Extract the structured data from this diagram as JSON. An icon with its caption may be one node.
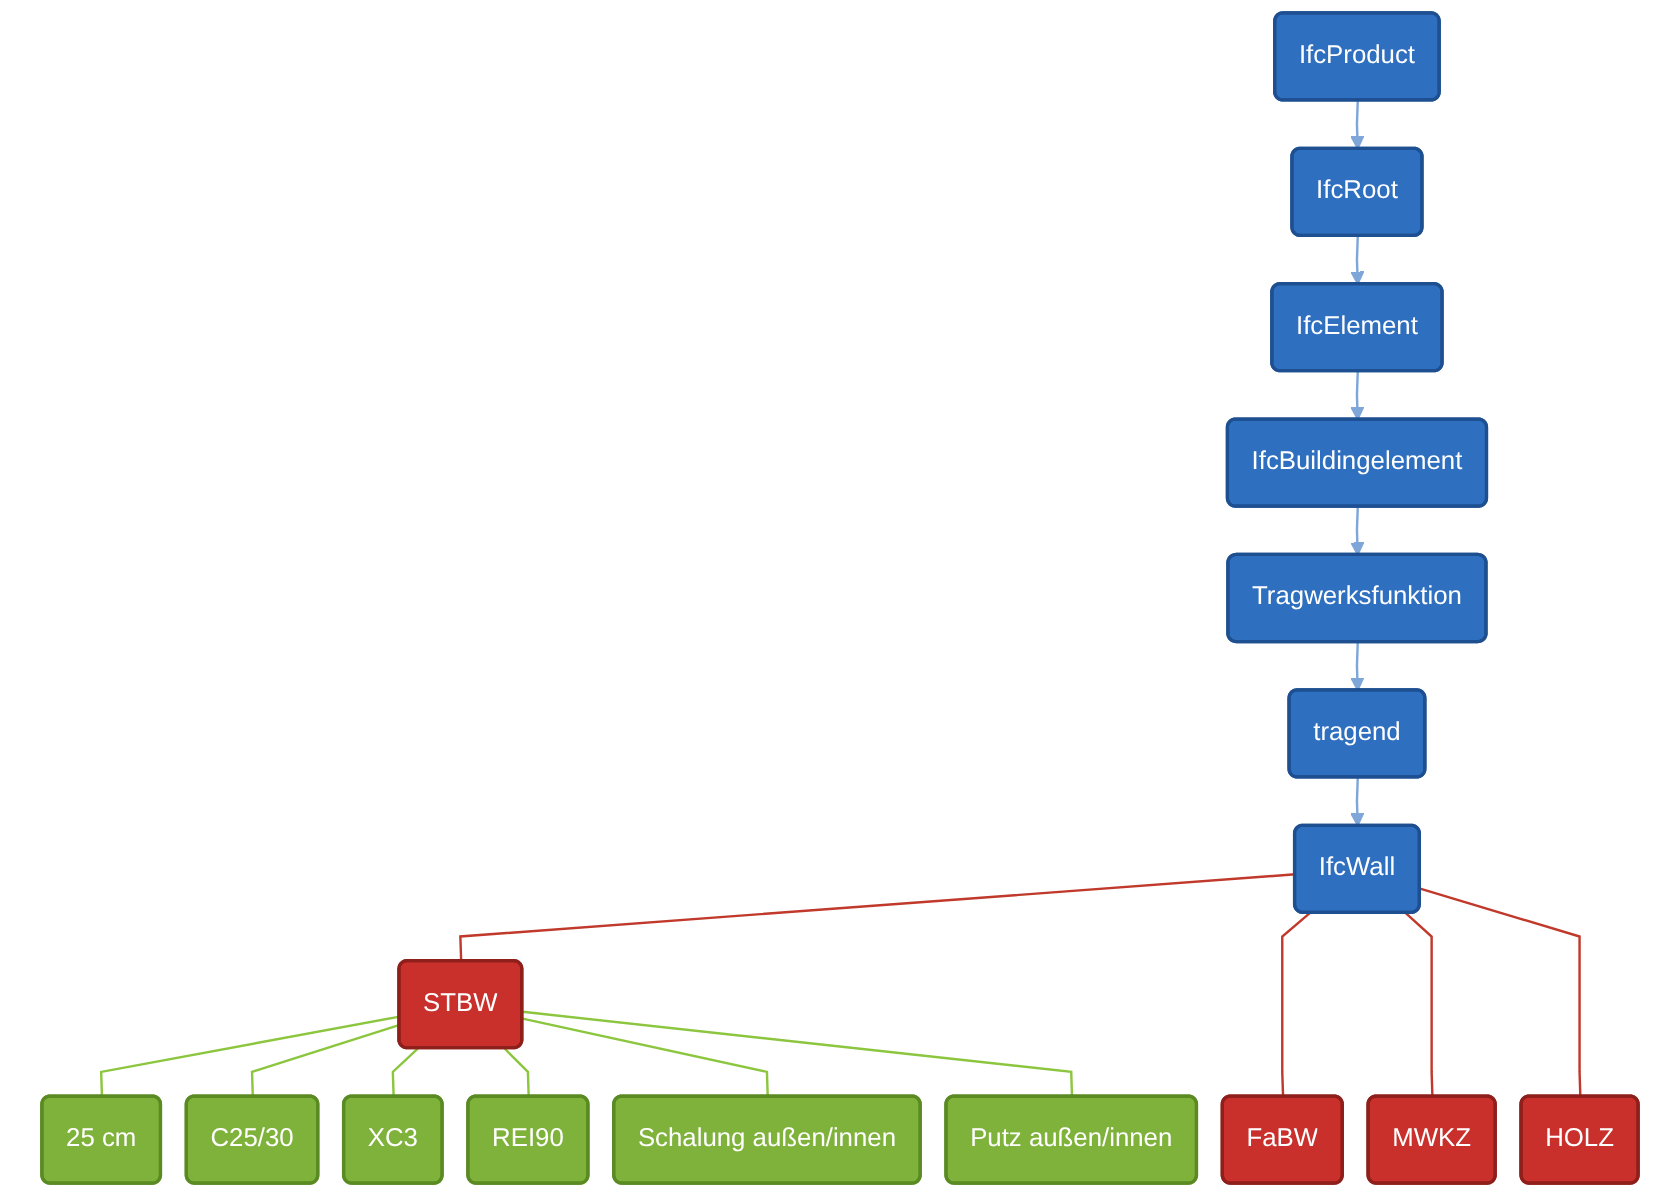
{
  "diagram": {
    "nodes": [
      {
        "text": [
          "IfcProduct"
        ]
      },
      {
        "text": [
          "IfcRoot"
        ]
      },
      {
        "text": [
          "IfcElement"
        ]
      },
      {
        "text": [
          "IfcBuildingelement"
        ]
      },
      {
        "text": [
          "Tragwerksfunktion"
        ]
      },
      {
        "text": [
          "tragend"
        ]
      },
      {
        "text": [
          "IfcWall"
        ]
      },
      {
        "text": [
          "STBW"
        ]
      },
      {
        "text": [
          "FaBW"
        ]
      },
      {
        "text": [
          "MWKZ"
        ]
      },
      {
        "text": [
          "HOLZ"
        ]
      },
      {
        "text": [
          "25 cm"
        ]
      },
      {
        "text": [
          "C25/30"
        ]
      },
      {
        "text": [
          "XC3"
        ]
      },
      {
        "text": [
          "REI90"
        ]
      },
      {
        "text": [
          "Schalung außen/innen"
        ]
      },
      {
        "text": [
          "Putz außen/innen"
        ]
      }
    ],
    "edges": [
      {
        "from": 0,
        "to": 1,
        "arrow": "to"
      },
      {
        "from": 1,
        "to": 2,
        "arrow": "to"
      },
      {
        "from": 2,
        "to": 3,
        "arrow": "to"
      },
      {
        "from": 3,
        "to": 4,
        "arrow": "to"
      },
      {
        "from": 4,
        "to": 5,
        "arrow": "to"
      },
      {
        "from": 5,
        "to": 6,
        "arrow": "to"
      },
      {
        "from": 6,
        "to": 7,
        "arrow": "none",
        "color": "#c0392b"
      },
      {
        "from": 6,
        "to": 8,
        "arrow": "none",
        "color": "#c0392b"
      },
      {
        "from": 6,
        "to": 9,
        "arrow": "none",
        "color": "#c0392b"
      },
      {
        "from": 6,
        "to": 10,
        "arrow": "none",
        "color": "#c0392b"
      },
      {
        "from": 7,
        "to": 11,
        "arrow": "none",
        "color": "#8cc63f"
      },
      {
        "from": 7,
        "to": 12,
        "arrow": "none",
        "color": "#8cc63f"
      },
      {
        "from": 7,
        "to": 13,
        "arrow": "none",
        "color": "#8cc63f"
      },
      {
        "from": 7,
        "to": 14,
        "arrow": "none",
        "color": "#8cc63f"
      },
      {
        "from": 7,
        "to": 15,
        "arrow": "none",
        "color": "#8cc63f"
      },
      {
        "from": 7,
        "to": 16,
        "arrow": "none",
        "color": "#8cc63f"
      }
    ]
  }
}
